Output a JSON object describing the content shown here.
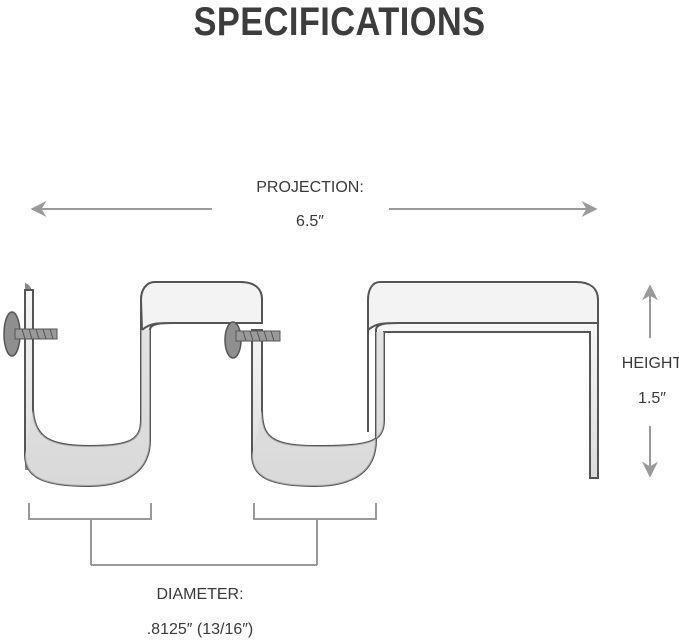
{
  "title": "SPECIFICATIONS",
  "projection": {
    "label": "PROJECTION:",
    "value": "6.5″"
  },
  "height": {
    "label": "HEIGHT",
    "value": "1.5″"
  },
  "diameter": {
    "label": "DIAMETER:",
    "value": ".8125″ (13/16″)"
  },
  "colors": {
    "line": "#555555",
    "bracket_fill": "#e9e9e9",
    "dim_line": "#9a9a9a",
    "text": "#3b3b3b"
  }
}
